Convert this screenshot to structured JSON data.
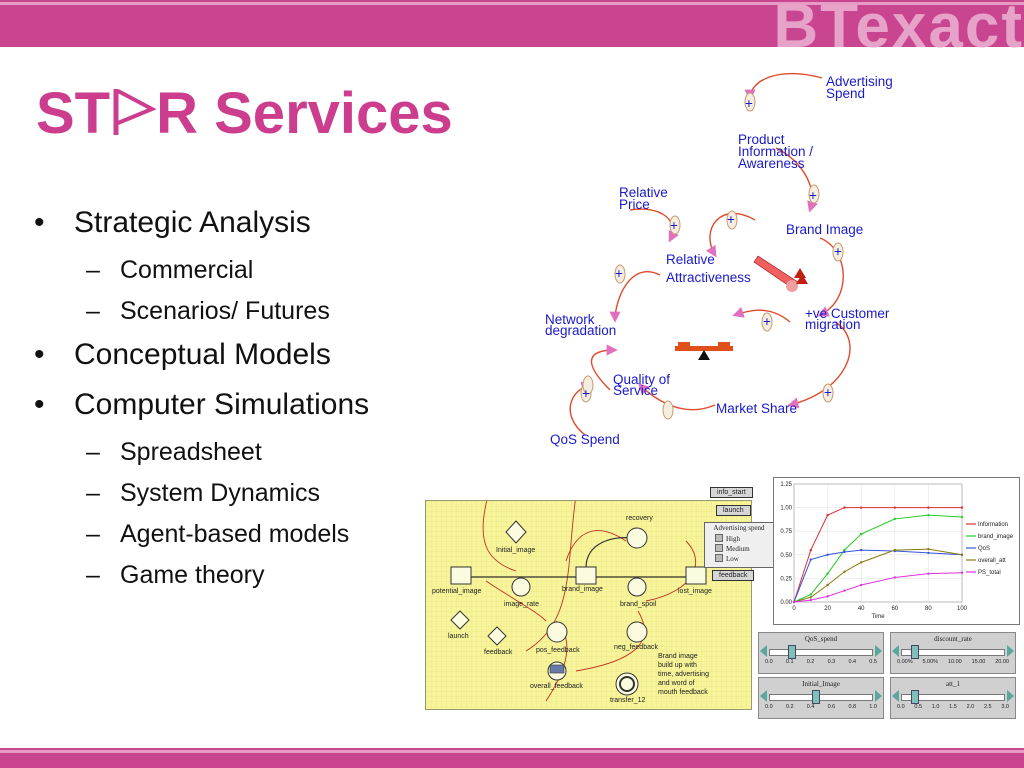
{
  "brand": {
    "logo_text": "BTexact"
  },
  "title": {
    "before": "ST",
    "after": "R Services"
  },
  "bullets": [
    {
      "text": "Strategic Analysis",
      "subs": [
        "Commercial",
        "Scenarios/ Futures"
      ]
    },
    {
      "text": "Conceptual Models",
      "subs": []
    },
    {
      "text": "Computer Simulations",
      "subs": [
        "Spreadsheet",
        "System Dynamics",
        "Agent-based models",
        "Game theory"
      ]
    }
  ],
  "causal_loop_diagram": {
    "nodes": {
      "advertising_spend": [
        "Advertising",
        "Spend"
      ],
      "product_information": [
        "Product",
        "Information /",
        "Awareness"
      ],
      "relative_price": [
        "Relative",
        "Price"
      ],
      "brand_image": "Brand Image",
      "relative_attractiveness": [
        "Relative",
        "Attractiveness"
      ],
      "network_degradation": [
        "Network",
        "degradation"
      ],
      "customer_migration": [
        "+ve Customer",
        "migration"
      ],
      "quality_of_service": [
        "Quality of",
        "Service"
      ],
      "market_share": "Market Share",
      "qos_spend": "QoS Spend"
    },
    "polarity_signs": [
      "+",
      "+",
      "+",
      "+",
      "+",
      "+",
      "+",
      "+",
      "+",
      "-",
      "-",
      "-",
      "-"
    ]
  },
  "sd_model": {
    "stocks": [
      "potential_image",
      "brand_image",
      "lost_image"
    ],
    "flows": [
      "image_rate",
      "brand_spoil",
      "recovery"
    ],
    "converters": [
      "Initial_image",
      "pos_feedback",
      "neg_feedback",
      "overall_feedback",
      "transfer_12"
    ],
    "decisions": [
      "launch",
      "feedback"
    ],
    "note": [
      "Brand image",
      "build up with",
      "time, advertising",
      "and word of",
      "mouth feedback"
    ]
  },
  "controls": {
    "buttons": [
      "info_start",
      "launch",
      "feedback"
    ],
    "advertising_spend": {
      "title": "Advertising spend",
      "options": [
        "High",
        "Medium",
        "Low"
      ]
    }
  },
  "chart_data": {
    "type": "line",
    "xlabel": "Time",
    "ylabel": "",
    "xlim": [
      0,
      100
    ],
    "ylim": [
      0,
      1.25
    ],
    "x_ticks": [
      "0",
      "20",
      "40",
      "60",
      "80",
      "100"
    ],
    "y_ticks": [
      "0.00",
      "0.25",
      "0.50",
      "0.75",
      "1.00",
      "1.25"
    ],
    "legend_position": "right",
    "series": [
      {
        "name": "Information",
        "color": "#e03030",
        "x": [
          0,
          10,
          20,
          30,
          40,
          60,
          80,
          100
        ],
        "values": [
          0,
          0.55,
          0.92,
          1.0,
          1.0,
          1.0,
          1.0,
          1.0
        ]
      },
      {
        "name": "brand_image",
        "color": "#22cc22",
        "x": [
          0,
          10,
          20,
          30,
          40,
          60,
          80,
          100
        ],
        "values": [
          0,
          0.08,
          0.3,
          0.55,
          0.72,
          0.88,
          0.92,
          0.9
        ]
      },
      {
        "name": "QoS",
        "color": "#3355dd",
        "x": [
          0,
          10,
          20,
          30,
          40,
          60,
          80,
          100
        ],
        "values": [
          0,
          0.45,
          0.5,
          0.53,
          0.55,
          0.54,
          0.52,
          0.5
        ]
      },
      {
        "name": "overall_att",
        "color": "#8a7a10",
        "x": [
          0,
          10,
          20,
          30,
          40,
          60,
          80,
          100
        ],
        "values": [
          0,
          0.05,
          0.18,
          0.32,
          0.42,
          0.55,
          0.56,
          0.5
        ]
      },
      {
        "name": "PS_total",
        "color": "#dd33dd",
        "x": [
          0,
          10,
          20,
          30,
          40,
          60,
          80,
          100
        ],
        "values": [
          0,
          0.02,
          0.06,
          0.12,
          0.18,
          0.26,
          0.3,
          0.31
        ]
      }
    ]
  },
  "sliders": [
    {
      "label": "QoS_spend",
      "ticks": [
        "0.0",
        "0.1",
        "0.2",
        "0.3",
        "0.4",
        "0.5"
      ],
      "value_fraction": 0.2
    },
    {
      "label": "discount_rate",
      "ticks": [
        "0.00%",
        "5.00%",
        "10.00",
        "15.00",
        "20.00"
      ],
      "value_fraction": 0.1
    },
    {
      "label": "Initial_Image",
      "ticks": [
        "0.0",
        "0.2",
        "0.4",
        "0.6",
        "0.8",
        "1.0"
      ],
      "value_fraction": 0.45
    },
    {
      "label": "att_1",
      "ticks": [
        "0.0",
        "0.5",
        "1.0",
        "1.5",
        "2.0",
        "2.5",
        "3.0"
      ],
      "value_fraction": 0.1
    }
  ]
}
